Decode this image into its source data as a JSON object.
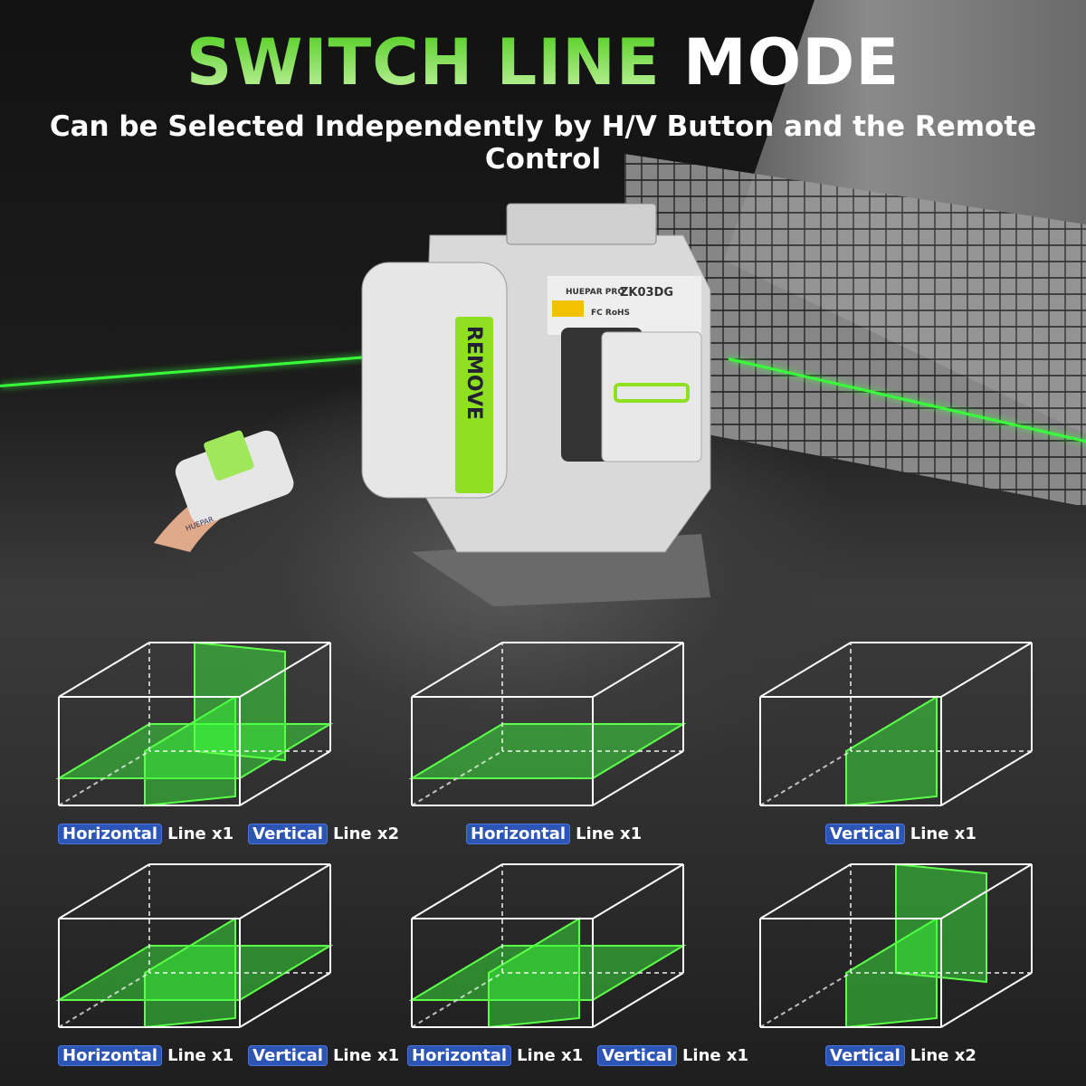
{
  "header": {
    "title_green": "SWITCH LINE",
    "title_white": "MODE",
    "subtitle": "Can be Selected Independently by H/V Button and the Remote Control"
  },
  "product": {
    "brand": "HUEPAR PRO",
    "model": "ZK03DG",
    "battery_label": "REMOVE",
    "cert": "FC RoHS",
    "accent": "#8fe021",
    "laser_color": "#39ff3a"
  },
  "remote": {
    "brand": "HUEPAR"
  },
  "modes": [
    {
      "horizontal": 1,
      "vertical": 2,
      "parts": [
        {
          "tag": "Horizontal",
          "text": "Line x1"
        },
        {
          "tag": "Vertical",
          "text": "Line x2"
        }
      ]
    },
    {
      "horizontal": 1,
      "vertical": 0,
      "parts": [
        {
          "tag": "Horizontal",
          "text": "Line x1"
        }
      ]
    },
    {
      "horizontal": 0,
      "vertical": 1,
      "parts": [
        {
          "tag": "Vertical",
          "text": "Line x1"
        }
      ]
    },
    {
      "horizontal": 1,
      "vertical": 1,
      "parts": [
        {
          "tag": "Horizontal",
          "text": "Line x1"
        },
        {
          "tag": "Vertical",
          "text": "Line x1"
        }
      ]
    },
    {
      "horizontal": 1,
      "vertical": 1,
      "parts": [
        {
          "tag": "Horizontal",
          "text": "Line x1"
        },
        {
          "tag": "Vertical",
          "text": "Line x1"
        }
      ],
      "variant": "side"
    },
    {
      "horizontal": 0,
      "vertical": 2,
      "parts": [
        {
          "tag": "Vertical",
          "text": "Line x2"
        }
      ]
    }
  ],
  "tag_color": "#2c55b5"
}
